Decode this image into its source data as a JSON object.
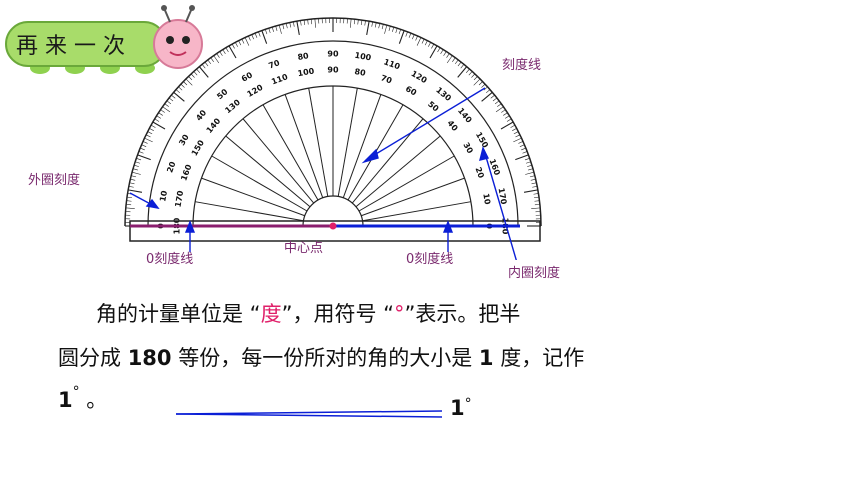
{
  "badge": {
    "text": "再 来 一 次"
  },
  "labels": {
    "scale_line": "刻度线",
    "outer_scale": "外圈刻度",
    "center_point": "中心点",
    "zero_line_left": "0刻度线",
    "zero_line_right": "0刻度线",
    "inner_scale": "内圈刻度"
  },
  "protractor": {
    "outer_numbers": [
      "0",
      "10",
      "20",
      "30",
      "40",
      "50",
      "60",
      "70",
      "80",
      "90",
      "100",
      "110",
      "120",
      "130",
      "140",
      "150",
      "160",
      "170",
      "180"
    ],
    "inner_numbers": [
      "180",
      "170",
      "160",
      "150",
      "140",
      "130",
      "120",
      "110",
      "100",
      "90",
      "80",
      "70",
      "60",
      "50",
      "40",
      "30",
      "20",
      "10",
      "0"
    ]
  },
  "text": {
    "line1_a": "角的计量单位是 “",
    "line1_degree": "度",
    "line1_b": "”，用符号 “",
    "line1_symbol": "°",
    "line1_c": "”表示。把半",
    "line2_a": "圆分成 ",
    "line2_num": "180",
    "line2_b": " 等份，每一份所对的角的大小是 ",
    "line2_one": "1",
    "line2_c": " 度，记作",
    "line3_one": "1",
    "line3_deg": "°",
    "line3_end": " 。",
    "demo_one": "1",
    "demo_deg": "°"
  },
  "colors": {
    "outline": "#222222",
    "pointer_blue": "#0b1fd6",
    "zero_line_purple": "#8a1e6e",
    "label_purple": "#7a2a6e",
    "accent_pink": "#e0206a",
    "badge_green": "#8fd14f"
  }
}
